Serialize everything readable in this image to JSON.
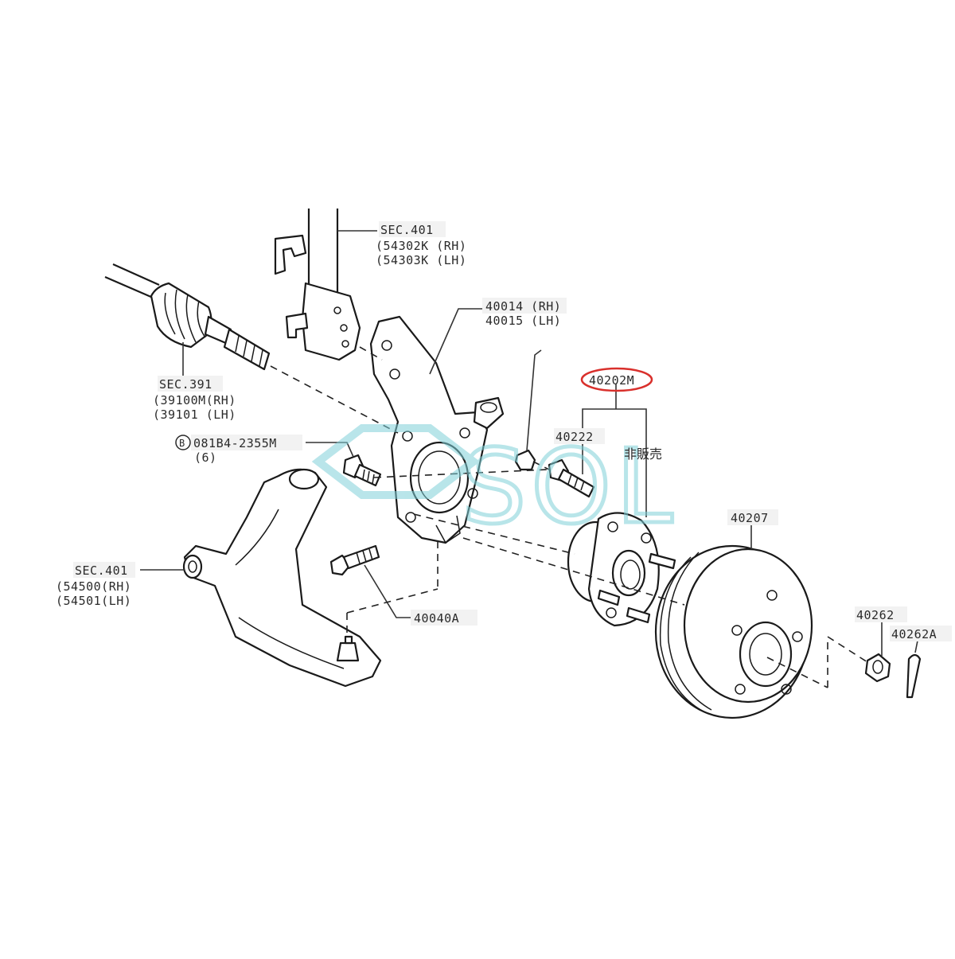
{
  "callouts": {
    "strut_sec": "SEC.401",
    "strut_rh": "(54302K (RH)",
    "strut_lh": "(54303K (LH)",
    "knuckle_rh": "40014 (RH)",
    "knuckle_lh": "40015 (LH)",
    "drive_sec": "SEC.391",
    "drive_rh": "(39100M(RH)",
    "drive_lh": "(39101  (LH)",
    "bolt_code": "081B4-2355M",
    "bolt_code_marker": "B",
    "bolt_qty": "(6)",
    "arm_sec": "SEC.401",
    "arm_rh": "(54500(RH)",
    "arm_lh": "(54501(LH)",
    "hub_assembly": "40202M",
    "hub_bolt": "40222",
    "not_sold": "非販売",
    "knuckle_bolt": "40040A",
    "rotor": "40207",
    "nut": "40262",
    "cotter_pin": "40262A"
  },
  "watermark": "SOL",
  "colors": {
    "highlight_ring": "#d9302c",
    "watermark": "#7fd0d8",
    "line": "#1a1a1a"
  }
}
